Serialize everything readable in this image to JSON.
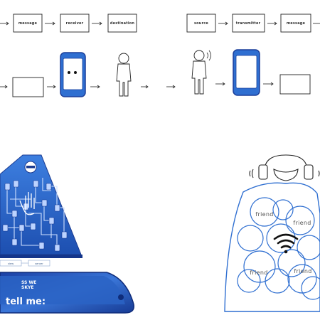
{
  "diagram_left": {
    "boxes": [
      "message",
      "receiver",
      "destination"
    ]
  },
  "diagram_right": {
    "boxes": [
      "source",
      "transmitter",
      "message"
    ]
  },
  "phone_labels": {
    "left_label": "view",
    "right_label": "server",
    "screen_text": "tell me:",
    "screen_top": "SS WE",
    "screen_top2": "SKYE"
  },
  "cloud": {
    "labels": [
      "friend",
      "friend",
      "friend",
      "friend"
    ]
  },
  "colors": {
    "accent_blue": "#2f6fd1",
    "dark_blue": "#1b3f9a",
    "ink": "#222222"
  }
}
